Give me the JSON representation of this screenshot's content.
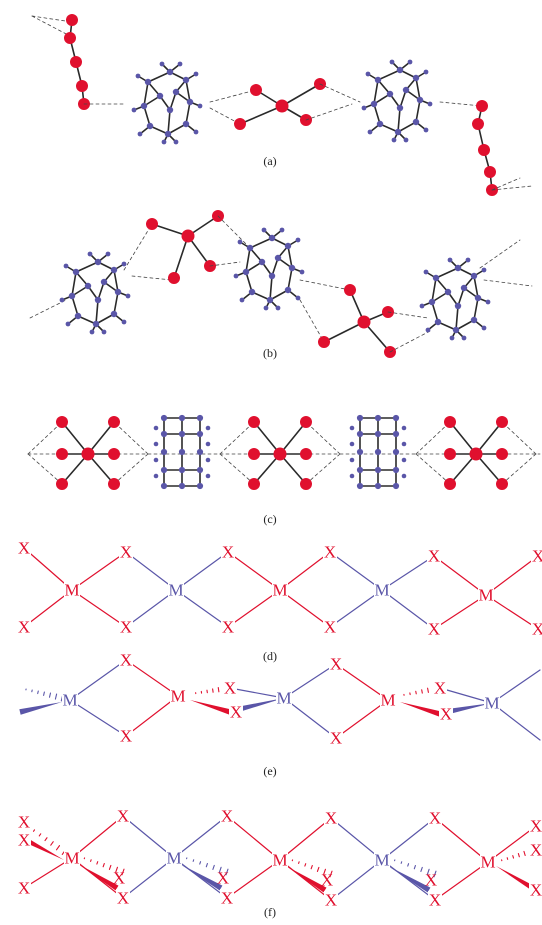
{
  "colors": {
    "red": "#e0102e",
    "blue": "#5a56a8",
    "bond": "#2a2a2a",
    "dash": "#444444",
    "label": "#222222"
  },
  "panels": [
    {
      "id": "a",
      "label": "(a)"
    },
    {
      "id": "b",
      "label": "(b)"
    },
    {
      "id": "c",
      "label": "(c)"
    },
    {
      "id": "d",
      "label": "(d)"
    },
    {
      "id": "e",
      "label": "(e)"
    },
    {
      "id": "f",
      "label": "(f)"
    }
  ],
  "symbols": {
    "metal": "M",
    "ligand": "X"
  }
}
